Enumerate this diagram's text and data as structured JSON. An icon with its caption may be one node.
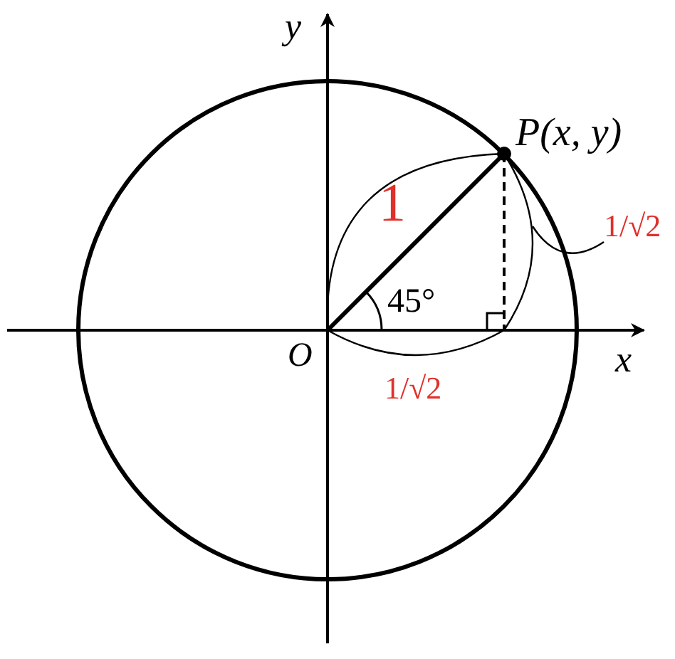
{
  "diagram": {
    "nodes": [
      {
        "text": [
          "1/√2"
        ]
      },
      {
        "text": [],
        "shape": "bracket"
      }
    ],
    "edges": [
      {
        "from": 0,
        "to": 1,
        "arrow": "none"
      }
    ],
    "labels": [
      "y",
      "P(x, y)",
      "1",
      "45°",
      "O",
      "x",
      "1/√2"
    ]
  }
}
